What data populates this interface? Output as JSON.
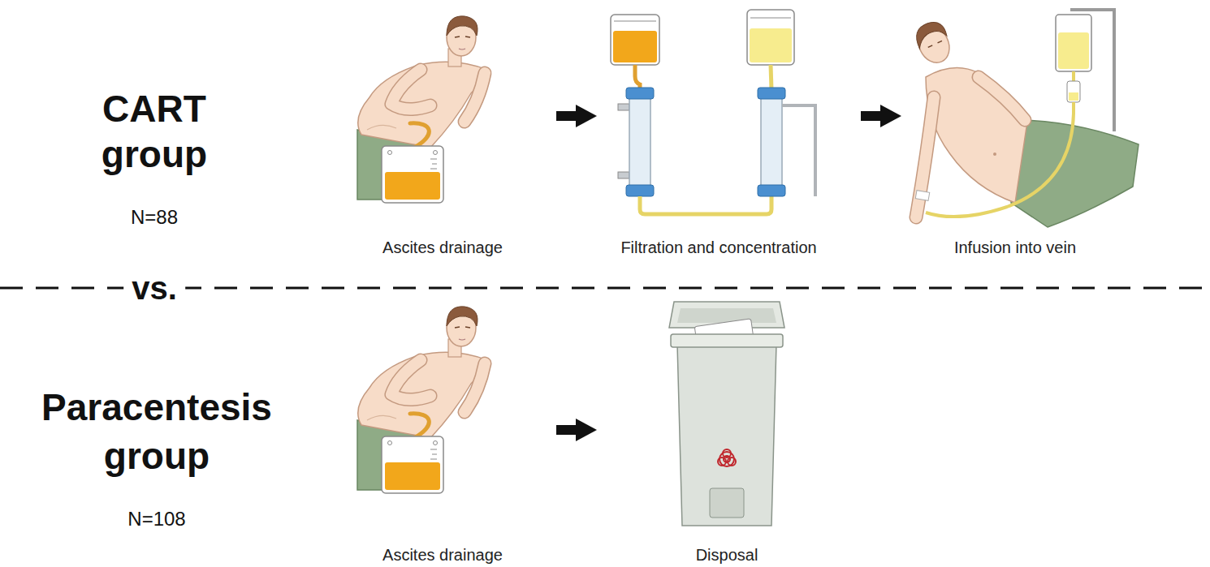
{
  "diagram": {
    "nodes": [
      {
        "text": [
          "Ascites drainage"
        ]
      },
      {
        "text": [
          "Filtration and concentration"
        ]
      },
      {
        "text": [
          "Infusion into vein"
        ]
      },
      {
        "text": [
          "Ascites drainage"
        ]
      },
      {
        "text": [
          "Disposal"
        ]
      }
    ],
    "edges": [
      {
        "from": 0,
        "to": 1,
        "arrow": "to"
      },
      {
        "from": 1,
        "to": 2,
        "arrow": "to"
      },
      {
        "from": 3,
        "to": 4,
        "arrow": "to"
      }
    ],
    "labels": [
      "CART group",
      "N=88",
      "vs.",
      "Paracentesis group",
      "N=108"
    ]
  }
}
